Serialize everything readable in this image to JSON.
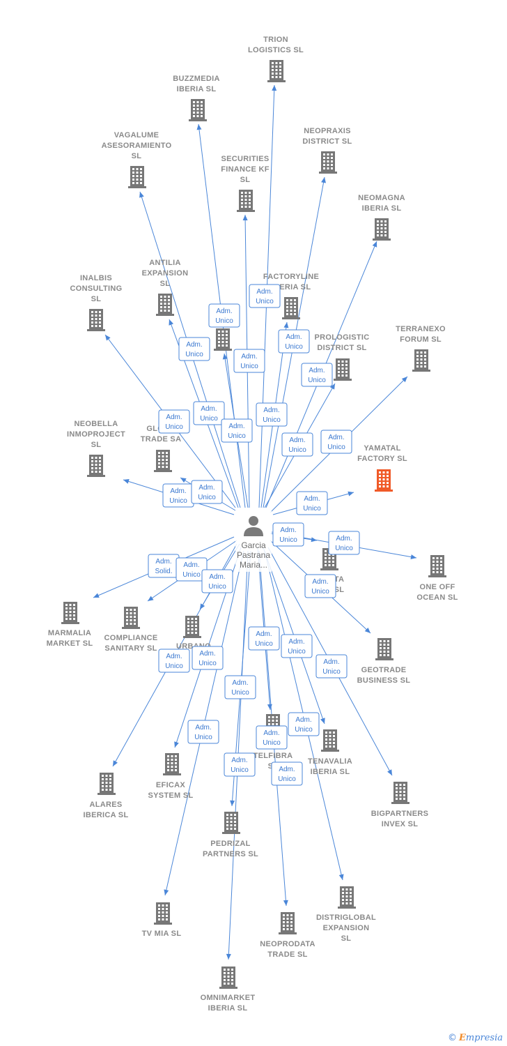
{
  "center": {
    "label": [
      "Garcia",
      "Pastrana",
      "Maria..."
    ]
  },
  "nodes": [
    {
      "id": "trion",
      "label": [
        "TRION",
        "LOGISTICS  SL"
      ]
    },
    {
      "id": "buzzmedia",
      "label": [
        "BUZZMEDIA",
        "IBERIA  SL"
      ]
    },
    {
      "id": "vagalume",
      "label": [
        "VAGALUME",
        "ASESORAMIENTO",
        "SL"
      ]
    },
    {
      "id": "neopraxis",
      "label": [
        "NEOPRAXIS",
        "DISTRICT  SL"
      ]
    },
    {
      "id": "securities",
      "label": [
        "SECURITIES",
        "FINANCE KF",
        "SL"
      ]
    },
    {
      "id": "neomagna",
      "label": [
        "NEOMAGNA",
        "IBERIA  SL"
      ]
    },
    {
      "id": "inalbis",
      "label": [
        "INALBIS",
        "CONSULTING",
        "SL"
      ]
    },
    {
      "id": "antilia",
      "label": [
        "ANTILIA",
        "EXPANSION",
        "SL"
      ]
    },
    {
      "id": "factoryline",
      "label": [
        "FACTORYLINE",
        "IBERIA  SL"
      ]
    },
    {
      "id": "dparners",
      "label": [
        "D",
        "PAR      SA"
      ]
    },
    {
      "id": "prologistic",
      "label": [
        "PROLOGISTIC",
        "DISTRICT  SL"
      ]
    },
    {
      "id": "terranexo",
      "label": [
        "TERRANEXO",
        "FORUM  SL"
      ]
    },
    {
      "id": "neobella",
      "label": [
        "NEOBELLA",
        "INMOPROJECT",
        "SL"
      ]
    },
    {
      "id": "globa",
      "label": [
        "GLOBA",
        "TRADE SA"
      ]
    },
    {
      "id": "yamatal",
      "label": [
        "YAMATAL",
        "FACTORY  SL"
      ],
      "highlight": true
    },
    {
      "id": "oneoff",
      "label": [
        "ONE OFF",
        "OCEAN  SL"
      ]
    },
    {
      "id": "ta",
      "label": [
        "TA",
        "SL"
      ]
    },
    {
      "id": "marmalia",
      "label": [
        "MARMALIA",
        "MARKET  SL"
      ]
    },
    {
      "id": "compliance",
      "label": [
        "COMPLIANCE",
        "SANITARY  SL"
      ]
    },
    {
      "id": "urbano",
      "label": [
        "URBANO"
      ]
    },
    {
      "id": "geotrade",
      "label": [
        "GEOTRADE",
        "BUSINESS  SL"
      ]
    },
    {
      "id": "alares",
      "label": [
        "ALARES",
        "IBERICA  SL"
      ]
    },
    {
      "id": "eficax",
      "label": [
        "EFICAX",
        "SYSTEM SL"
      ]
    },
    {
      "id": "telfibra",
      "label": [
        "TELFIBRA",
        "SL"
      ]
    },
    {
      "id": "tenavalia",
      "label": [
        "TENAVALIA",
        "IBERIA  SL"
      ]
    },
    {
      "id": "bigpartners",
      "label": [
        "BIGPARTNERS",
        "INVEX  SL"
      ]
    },
    {
      "id": "pedrizal",
      "label": [
        "PEDRIZAL",
        "PARTNERS  SL"
      ]
    },
    {
      "id": "tvmia",
      "label": [
        "TV MIA  SL"
      ]
    },
    {
      "id": "neoprodata",
      "label": [
        "NEOPRODATA",
        "TRADE  SL"
      ]
    },
    {
      "id": "distriglobal",
      "label": [
        "DISTRIGLOBAL",
        "EXPANSION",
        "SL"
      ]
    },
    {
      "id": "omnimarket",
      "label": [
        "OMNIMARKET",
        "IBERIA  SL"
      ]
    }
  ],
  "badges": [
    [
      "Adm.",
      "Unico"
    ],
    [
      "Adm.",
      "Unico"
    ],
    [
      "Adm.",
      "Unico"
    ],
    [
      "Adm.",
      "Unico"
    ],
    [
      "Adm.",
      "Unico"
    ],
    [
      "Adm.",
      "Unico"
    ],
    [
      "Adm.",
      "Unico"
    ],
    [
      "Adm.",
      "Unico"
    ],
    [
      "Adm.",
      "Unico"
    ],
    [
      "Adm.",
      "Unico"
    ],
    [
      "Adm.",
      "Unico"
    ],
    [
      "Adm.",
      "Unico"
    ],
    [
      "Adm.",
      "Unico"
    ],
    [
      "Adm.",
      "Unico"
    ],
    [
      "Adm.",
      "Unico"
    ],
    [
      "Adm.",
      "Unico"
    ],
    [
      "Adm.",
      "Unico"
    ],
    [
      "Adm.",
      "Unico"
    ],
    [
      "Adm.",
      "Solid."
    ],
    [
      "Adm.",
      "Unico"
    ],
    [
      "Adm.",
      "Unico"
    ],
    [
      "Adm.",
      "Unico"
    ],
    [
      "Adm.",
      "Unico"
    ],
    [
      "Adm.",
      "Unico"
    ],
    [
      "Adm.",
      "Unico"
    ],
    [
      "Adm.",
      "Unico"
    ],
    [
      "Adm.",
      "Unico"
    ],
    [
      "Adm.",
      "Unico"
    ],
    [
      "Adm.",
      "Unico"
    ],
    [
      "Adm.",
      "Unico"
    ],
    [
      "Adm.",
      "Unico"
    ],
    [
      "Adm.",
      "Unico"
    ]
  ],
  "colors": {
    "edge": "#4a86d8",
    "building": "#777777",
    "highlight": "#f05a28"
  },
  "icons": {
    "company": "building-icon",
    "person": "person-icon"
  },
  "watermark": {
    "copyright": "©",
    "brand_initial": "E",
    "brand_rest": "mpresia"
  }
}
